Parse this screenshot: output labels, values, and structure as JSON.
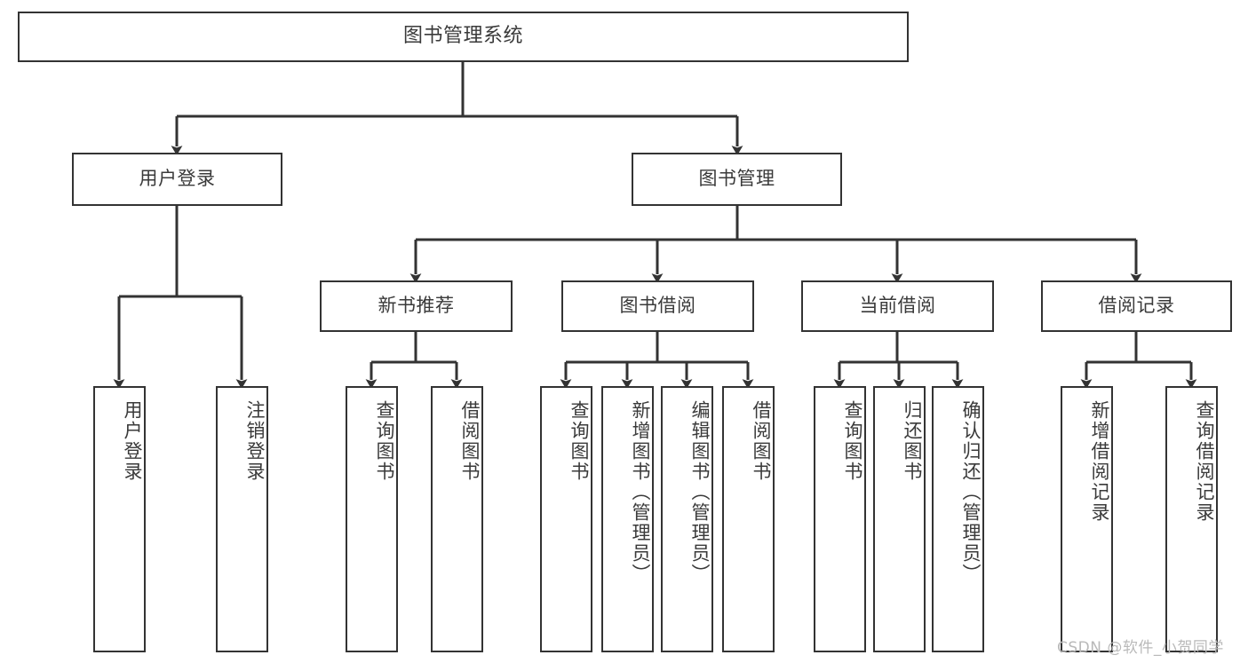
{
  "diagram": {
    "title_box": {
      "label": "图书管理系统"
    },
    "level1": [
      {
        "id": "user-login",
        "label": "用户登录"
      },
      {
        "id": "book-management",
        "label": "图书管理"
      }
    ],
    "level2": [
      {
        "id": "new-book-recommend",
        "label": "新书推荐"
      },
      {
        "id": "book-borrow",
        "label": "图书借阅"
      },
      {
        "id": "current-borrow",
        "label": "当前借阅"
      },
      {
        "id": "borrow-record",
        "label": "借阅记录"
      }
    ],
    "leaves": [
      {
        "id": "leaf-user-login",
        "label": "用户登录",
        "parent": "用户登录"
      },
      {
        "id": "leaf-logout-login",
        "label": "注销登录",
        "parent": "用户登录"
      },
      {
        "id": "leaf-query-book-1",
        "label": "查询图书",
        "parent": "新书推荐"
      },
      {
        "id": "leaf-borrow-book-1",
        "label": "借阅图书",
        "parent": "新书推荐"
      },
      {
        "id": "leaf-query-book-2",
        "label": "查询图书",
        "parent": "图书借阅"
      },
      {
        "id": "leaf-add-book",
        "label": "新增图书（管理员）",
        "parent": "图书借阅"
      },
      {
        "id": "leaf-edit-book",
        "label": "编辑图书（管理员）",
        "parent": "图书借阅"
      },
      {
        "id": "leaf-borrow-book-2",
        "label": "借阅图书",
        "parent": "图书借阅"
      },
      {
        "id": "leaf-query-book-3",
        "label": "查询图书",
        "parent": "当前借阅"
      },
      {
        "id": "leaf-return-book",
        "label": "归还图书",
        "parent": "当前借阅"
      },
      {
        "id": "leaf-confirm-return",
        "label": "确认归还（管理员）",
        "parent": "当前借阅"
      },
      {
        "id": "leaf-add-record",
        "label": "新增借阅记录",
        "parent": "借阅记录"
      },
      {
        "id": "leaf-query-record",
        "label": "查询借阅记录",
        "parent": "借阅记录"
      }
    ],
    "watermark": {
      "text": "CSDN @软件_小贺同学"
    },
    "colors": {
      "stroke": "#333333",
      "text": "#3a3a3a",
      "background": "#ffffff",
      "watermark": "#b9b9b9"
    }
  }
}
